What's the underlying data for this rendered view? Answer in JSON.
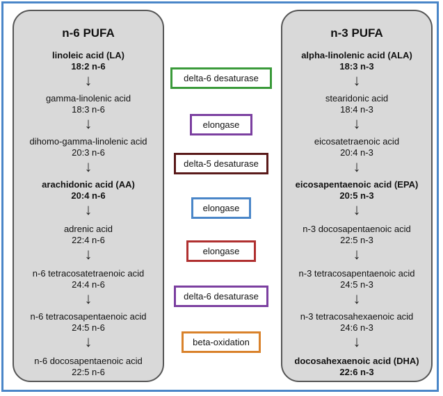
{
  "n6": {
    "title": "n-6 PUFA",
    "entries": [
      {
        "name": "linoleic acid (LA)",
        "formula": "18:2 n-6",
        "bold": true
      },
      {
        "name": "gamma-linolenic acid",
        "formula": "18:3 n-6",
        "bold": false
      },
      {
        "name": "dihomo-gamma-linolenic acid",
        "formula": "20:3 n-6",
        "bold": false
      },
      {
        "name": "arachidonic acid (AA)",
        "formula": "20:4 n-6",
        "bold": true
      },
      {
        "name": "adrenic acid",
        "formula": "22:4 n-6",
        "bold": false
      },
      {
        "name": "n-6 tetracosatetraenoic acid",
        "formula": "24:4 n-6",
        "bold": false
      },
      {
        "name": "n-6 tetracosapentaenoic acid",
        "formula": "24:5 n-6",
        "bold": false
      },
      {
        "name": "n-6 docosapentaenoic acid",
        "formula": "22:5 n-6",
        "bold": false
      }
    ]
  },
  "n3": {
    "title": "n-3 PUFA",
    "entries": [
      {
        "name": "alpha-linolenic acid (ALA)",
        "formula": "18:3 n-3",
        "bold": true
      },
      {
        "name": "stearidonic acid",
        "formula": "18:4 n-3",
        "bold": false
      },
      {
        "name": "eicosatetraenoic acid",
        "formula": "20:4 n-3",
        "bold": false
      },
      {
        "name": "eicosapentaenoic acid (EPA)",
        "formula": "20:5 n-3",
        "bold": true
      },
      {
        "name": "n-3 docosapentaenoic acid",
        "formula": "22:5 n-3",
        "bold": false
      },
      {
        "name": "n-3 tetracosapentaenoic acid",
        "formula": "24:5 n-3",
        "bold": false
      },
      {
        "name": "n-3 tetracosahexaenoic acid",
        "formula": "24:6 n-3",
        "bold": false
      },
      {
        "name": "docosahexaenoic acid (DHA)",
        "formula": "22:6 n-3",
        "bold": true
      }
    ]
  },
  "arrow_glyph": "↓",
  "enzymes": [
    {
      "label": "delta-6 desaturase",
      "color": "#3a9a3a"
    },
    {
      "label": "elongase",
      "color": "#7b3fa0"
    },
    {
      "label": "delta-5 desaturase",
      "color": "#5a1a1a"
    },
    {
      "label": "elongase",
      "color": "#4a86c8"
    },
    {
      "label": "elongase",
      "color": "#b03030"
    },
    {
      "label": "delta-6 desaturase",
      "color": "#7b3fa0"
    },
    {
      "label": "beta-oxidation",
      "color": "#d9822b"
    }
  ]
}
